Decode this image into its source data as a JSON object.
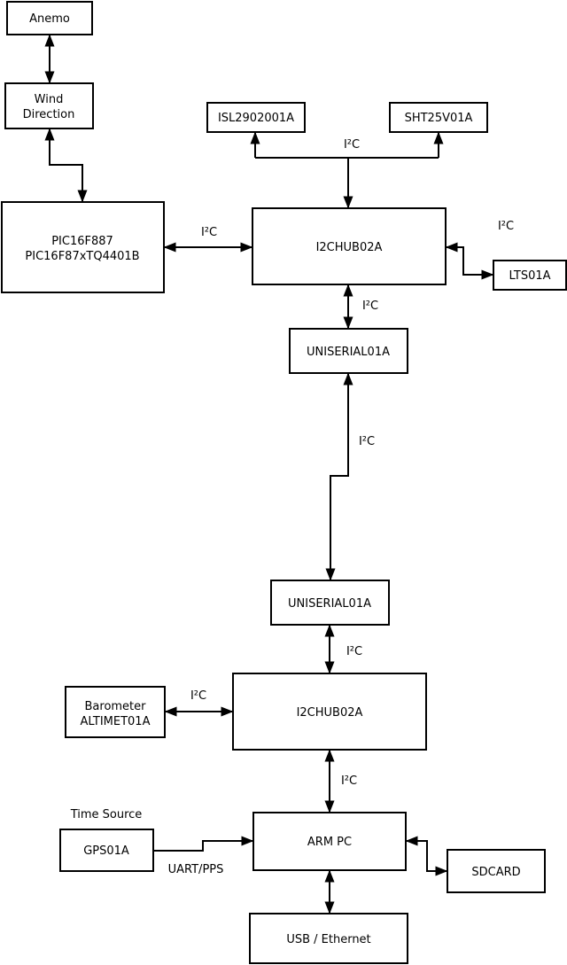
{
  "diagram": {
    "nodes": {
      "anemo": {
        "label": "Anemo"
      },
      "wind_direction": {
        "label_line1": "Wind",
        "label_line2": "Direction"
      },
      "pic": {
        "label_line1": "PIC16F887",
        "label_line2": "PIC16F87xTQ4401B"
      },
      "isl2902001a": {
        "label": "ISL2902001A"
      },
      "sht25v01a": {
        "label": "SHT25V01A"
      },
      "i2chub_upper": {
        "label": "I2CHUB02A"
      },
      "lts01a": {
        "label": "LTS01A"
      },
      "uniserial_upper": {
        "label": "UNISERIAL01A"
      },
      "uniserial_lower": {
        "label": "UNISERIAL01A"
      },
      "i2chub_lower": {
        "label": "I2CHUB02A"
      },
      "barometer": {
        "label_line1": "Barometer",
        "label_line2": "ALTIMET01A"
      },
      "gps01a": {
        "label": "GPS01A"
      },
      "arm_pc": {
        "label": "ARM PC"
      },
      "sdcard": {
        "label": "SDCARD"
      },
      "usb_ethernet": {
        "label": "USB / Ethernet"
      }
    },
    "edge_labels": {
      "i2c": "I²C",
      "uart_pps": "UART/PPS",
      "time_source": "Time Source"
    },
    "colors": {
      "line": "#000000",
      "box_border": "#000000",
      "box_fill": "#ffffff",
      "background": "#ffffff",
      "text": "#000000"
    }
  }
}
